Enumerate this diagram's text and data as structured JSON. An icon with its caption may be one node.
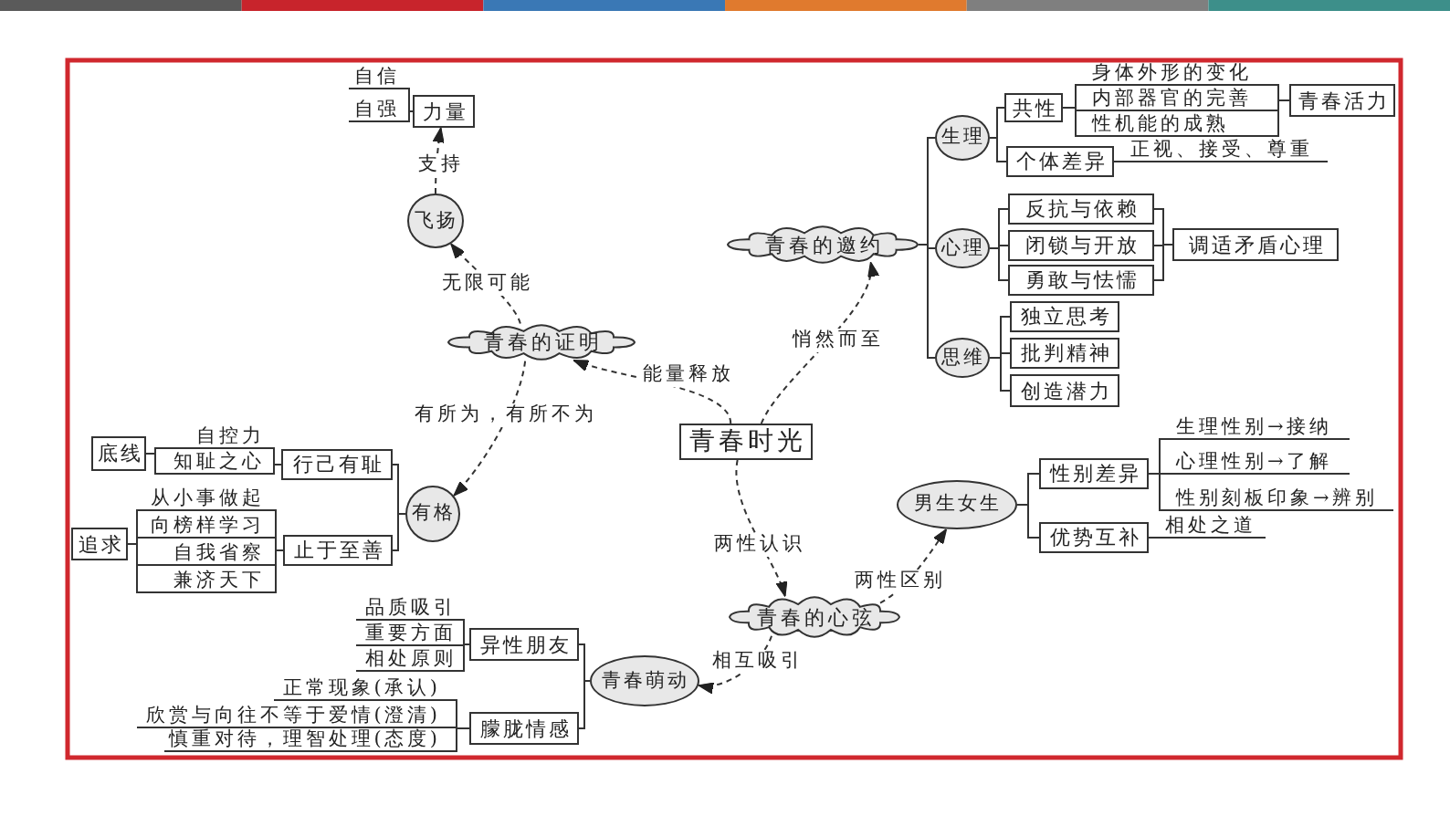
{
  "diagram": {
    "nodes": [
      {
        "text": [
          "自信"
        ]
      },
      {
        "text": [
          "自强"
        ]
      },
      {
        "text": [
          "力量"
        ]
      },
      {
        "text": [
          "飞扬"
        ]
      },
      {
        "text": [
          "青春的证明"
        ]
      },
      {
        "text": [
          "青春的邀约"
        ]
      },
      {
        "text": [
          "生理"
        ]
      },
      {
        "text": [
          "共性"
        ]
      },
      {
        "text": [
          "身体外形的变化"
        ]
      },
      {
        "text": [
          "内部器官的完善"
        ]
      },
      {
        "text": [
          "性机能的成熟"
        ]
      },
      {
        "text": [
          "青春活力"
        ]
      },
      {
        "text": [
          "个体差异"
        ]
      },
      {
        "text": [
          "正视、接受、尊重"
        ]
      },
      {
        "text": [
          "心理"
        ]
      },
      {
        "text": [
          "反抗与依赖"
        ]
      },
      {
        "text": [
          "闭锁与开放"
        ]
      },
      {
        "text": [
          "勇敢与怯懦"
        ]
      },
      {
        "text": [
          "调适矛盾心理"
        ]
      },
      {
        "text": [
          "思维"
        ]
      },
      {
        "text": [
          "独立思考"
        ]
      },
      {
        "text": [
          "批判精神"
        ]
      },
      {
        "text": [
          "创造潜力"
        ]
      },
      {
        "text": [
          "青春时光"
        ]
      },
      {
        "text": [
          "底线"
        ]
      },
      {
        "text": [
          "自控力"
        ]
      },
      {
        "text": [
          "知耻之心"
        ]
      },
      {
        "text": [
          "行己有耻"
        ]
      },
      {
        "text": [
          "追求"
        ]
      },
      {
        "text": [
          "从小事做起"
        ]
      },
      {
        "text": [
          "向榜样学习"
        ]
      },
      {
        "text": [
          "自我省察"
        ]
      },
      {
        "text": [
          "兼济天下"
        ]
      },
      {
        "text": [
          "止于至善"
        ]
      },
      {
        "text": [
          "有格"
        ]
      },
      {
        "text": [
          "青春的心弦"
        ]
      },
      {
        "text": [
          "男生女生"
        ]
      },
      {
        "text": [
          "性别差异"
        ]
      },
      {
        "text": [
          "生理性别→接纳"
        ]
      },
      {
        "text": [
          "心理性别→了解"
        ]
      },
      {
        "text": [
          "性别刻板印象→辨别"
        ]
      },
      {
        "text": [
          "优势互补"
        ]
      },
      {
        "text": [
          "相处之道"
        ]
      },
      {
        "text": [
          "青春萌动"
        ]
      },
      {
        "text": [
          "异性朋友"
        ]
      },
      {
        "text": [
          "品质吸引"
        ]
      },
      {
        "text": [
          "重要方面"
        ]
      },
      {
        "text": [
          "相处原则"
        ]
      },
      {
        "text": [
          "朦胧情感"
        ]
      },
      {
        "text": [
          "正常现象(承认)"
        ]
      },
      {
        "text": [
          "欣赏与向往不等于爱情(澄清)"
        ]
      },
      {
        "text": [
          "慎重对待，理智处理(态度)"
        ]
      }
    ],
    "edges": [
      {
        "from": 3,
        "to": 2,
        "arrow": "to",
        "label": "支持",
        "style": "dashed"
      },
      {
        "from": 4,
        "to": 3,
        "arrow": "to",
        "label": "无限可能",
        "style": "dashed"
      },
      {
        "from": 23,
        "to": 4,
        "arrow": "to",
        "label": "能量释放",
        "style": "dashed"
      },
      {
        "from": 23,
        "to": 5,
        "arrow": "to",
        "label": "悄然而至",
        "style": "dashed"
      },
      {
        "from": 4,
        "to": 34,
        "arrow": "to",
        "label": "有所为，有所不为",
        "style": "dashed"
      },
      {
        "from": 23,
        "to": 35,
        "arrow": "to",
        "label": "两性认识",
        "style": "dashed"
      },
      {
        "from": 35,
        "to": 36,
        "arrow": "to",
        "label": "两性区别",
        "style": "dashed"
      },
      {
        "from": 35,
        "to": 43,
        "arrow": "to",
        "label": "相互吸引",
        "style": "dashed"
      },
      {
        "from": 0,
        "to": 2,
        "arrow": "none"
      },
      {
        "from": 1,
        "to": 2,
        "arrow": "none"
      },
      {
        "from": 5,
        "to": 6,
        "arrow": "none"
      },
      {
        "from": 5,
        "to": 14,
        "arrow": "none"
      },
      {
        "from": 5,
        "to": 19,
        "arrow": "none"
      },
      {
        "from": 6,
        "to": 7,
        "arrow": "none"
      },
      {
        "from": 6,
        "to": 12,
        "arrow": "none"
      },
      {
        "from": 7,
        "to": 8,
        "arrow": "none"
      },
      {
        "from": 7,
        "to": 9,
        "arrow": "none"
      },
      {
        "from": 7,
        "to": 10,
        "arrow": "none"
      },
      {
        "from": 8,
        "to": 11,
        "arrow": "none"
      },
      {
        "from": 9,
        "to": 11,
        "arrow": "none"
      },
      {
        "from": 10,
        "to": 11,
        "arrow": "none"
      },
      {
        "from": 12,
        "to": 13,
        "arrow": "none"
      },
      {
        "from": 14,
        "to": 15,
        "arrow": "none"
      },
      {
        "from": 14,
        "to": 16,
        "arrow": "none"
      },
      {
        "from": 14,
        "to": 17,
        "arrow": "none"
      },
      {
        "from": 15,
        "to": 18,
        "arrow": "none"
      },
      {
        "from": 16,
        "to": 18,
        "arrow": "none"
      },
      {
        "from": 17,
        "to": 18,
        "arrow": "none"
      },
      {
        "from": 19,
        "to": 20,
        "arrow": "none"
      },
      {
        "from": 19,
        "to": 21,
        "arrow": "none"
      },
      {
        "from": 19,
        "to": 22,
        "arrow": "none"
      },
      {
        "from": 24,
        "to": 25,
        "arrow": "none"
      },
      {
        "from": 24,
        "to": 26,
        "arrow": "none"
      },
      {
        "from": 25,
        "to": 27,
        "arrow": "none"
      },
      {
        "from": 26,
        "to": 27,
        "arrow": "none"
      },
      {
        "from": 28,
        "to": 29,
        "arrow": "none"
      },
      {
        "from": 28,
        "to": 30,
        "arrow": "none"
      },
      {
        "from": 28,
        "to": 31,
        "arrow": "none"
      },
      {
        "from": 28,
        "to": 32,
        "arrow": "none"
      },
      {
        "from": 29,
        "to": 33,
        "arrow": "none"
      },
      {
        "from": 30,
        "to": 33,
        "arrow": "none"
      },
      {
        "from": 31,
        "to": 33,
        "arrow": "none"
      },
      {
        "from": 32,
        "to": 33,
        "arrow": "none"
      },
      {
        "from": 34,
        "to": 27,
        "arrow": "none"
      },
      {
        "from": 34,
        "to": 33,
        "arrow": "none"
      },
      {
        "from": 36,
        "to": 37,
        "arrow": "none"
      },
      {
        "from": 36,
        "to": 41,
        "arrow": "none"
      },
      {
        "from": 37,
        "to": 38,
        "arrow": "none"
      },
      {
        "from": 37,
        "to": 39,
        "arrow": "none"
      },
      {
        "from": 37,
        "to": 40,
        "arrow": "none"
      },
      {
        "from": 41,
        "to": 42,
        "arrow": "none"
      },
      {
        "from": 43,
        "to": 44,
        "arrow": "none"
      },
      {
        "from": 43,
        "to": 48,
        "arrow": "none"
      },
      {
        "from": 45,
        "to": 44,
        "arrow": "none"
      },
      {
        "from": 46,
        "to": 44,
        "arrow": "none"
      },
      {
        "from": 47,
        "to": 44,
        "arrow": "none"
      },
      {
        "from": 49,
        "to": 48,
        "arrow": "none"
      },
      {
        "from": 50,
        "to": 48,
        "arrow": "none"
      },
      {
        "from": 51,
        "to": 48,
        "arrow": "none"
      }
    ]
  }
}
